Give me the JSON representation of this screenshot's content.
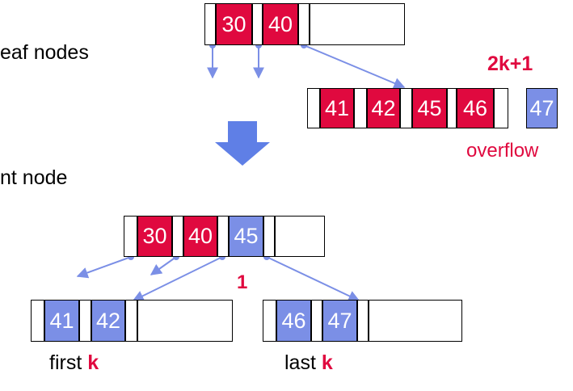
{
  "labels": {
    "leaf_nodes": "eaf nodes",
    "parent_node": "nt node",
    "two_k_plus_one": "2k+1",
    "overflow": "overflow",
    "one": "1",
    "first": "first",
    "last": "last",
    "k": "k"
  },
  "top_node": {
    "keys": [
      "30",
      "40"
    ]
  },
  "overflow_leaf": {
    "keys": [
      "41",
      "42",
      "45",
      "46"
    ],
    "extra_key": "47"
  },
  "result_parent": {
    "keys": [
      "30",
      "40",
      "45"
    ]
  },
  "left_leaf": {
    "keys": [
      "41",
      "42"
    ]
  },
  "right_leaf": {
    "keys": [
      "46",
      "47"
    ]
  },
  "colors": {
    "red": "#e0093f",
    "blue": "#7b8fe6",
    "arrow": "#7b8fe6"
  }
}
